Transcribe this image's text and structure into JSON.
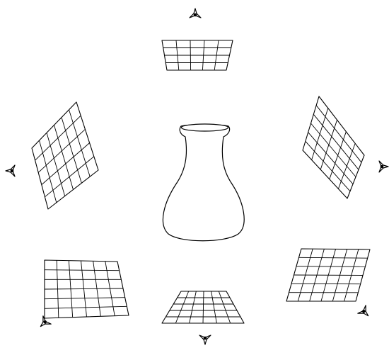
{
  "diagram": {
    "subject": {
      "name": "vase",
      "shape": "flask-shaped vase"
    },
    "views": [
      {
        "id": "top",
        "grid_rows": 4,
        "grid_cols": 5,
        "camera_icon": "camera-icon"
      },
      {
        "id": "upper-left",
        "grid_rows": 6,
        "grid_cols": 5,
        "camera_icon": "camera-icon"
      },
      {
        "id": "upper-right",
        "grid_rows": 6,
        "grid_cols": 5,
        "camera_icon": "camera-icon"
      },
      {
        "id": "lower-left",
        "grid_rows": 6,
        "grid_cols": 6,
        "camera_icon": "camera-icon"
      },
      {
        "id": "bottom",
        "grid_rows": 5,
        "grid_cols": 6,
        "camera_icon": "camera-icon"
      },
      {
        "id": "lower-right",
        "grid_rows": 6,
        "grid_cols": 6,
        "camera_icon": "camera-icon"
      }
    ],
    "colors": {
      "stroke": "#000000",
      "background": "#ffffff"
    }
  }
}
